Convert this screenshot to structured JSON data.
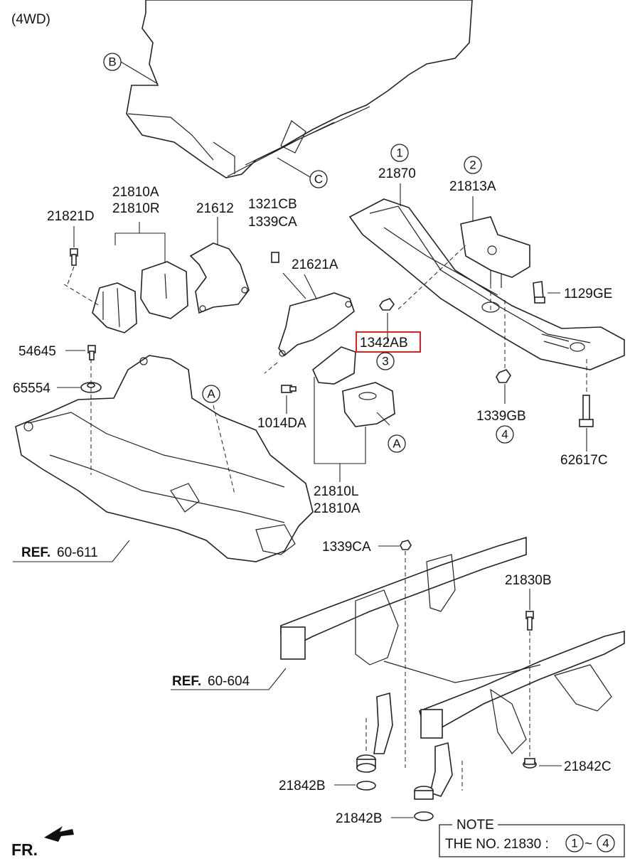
{
  "variant": "(4WD)",
  "callouts": {
    "B": "B",
    "C": "C",
    "A1": "A",
    "A2": "A"
  },
  "parts": {
    "p21870": "21870",
    "p21813A": "21813A",
    "p21810A_top": "21810A",
    "p21810R": "21810R",
    "p21821D": "21821D",
    "p21612": "21612",
    "p1321CB": "1321CB",
    "p1339CA_top": "1339CA",
    "p21621A": "21621A",
    "p1342AB": "1342AB",
    "p1129GE": "1129GE",
    "p54645": "54645",
    "p65554": "65554",
    "p1014DA": "1014DA",
    "p1339GB": "1339GB",
    "p62617C": "62617C",
    "p21810L": "21810L",
    "p21810A_bot": "21810A",
    "p1339CA_bot": "1339CA",
    "p21830B": "21830B",
    "p21842C": "21842C",
    "p21842B_1": "21842B",
    "p21842B_2": "21842B"
  },
  "index_numbers": {
    "n1": "1",
    "n2": "2",
    "n3": "3",
    "n4": "4"
  },
  "references": {
    "ref1_prefix": "REF.",
    "ref1_value": "60-611",
    "ref2_prefix": "REF.",
    "ref2_value": "60-604"
  },
  "note": {
    "title": "NOTE",
    "text": "THE NO. 21830 :",
    "range_start": "1",
    "range_sep": "~",
    "range_end": "4"
  },
  "front_label": "FR.",
  "highlight_color": "#e0201e"
}
